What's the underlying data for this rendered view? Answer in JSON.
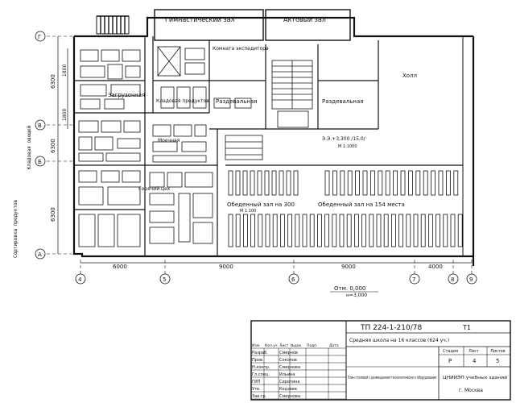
{
  "rooms": {
    "gym": "Гимнастический зал",
    "assembly": "Актовый зал",
    "office": "Комната экспедитора",
    "storage": "Загрузочная",
    "kitchen_sub": "Кладовая продуктов",
    "distribution": "Раздевальная",
    "hall": "Холл",
    "wardrobe_r": "Раздевальная",
    "dining": "Обеденный зал на 154 места",
    "dining_kitchen": "Обеденный зал на 300",
    "scale_note": "М 1:100",
    "hot_shop": "Горячий цех",
    "wash": "Моечная"
  },
  "level": {
    "value": "Э.Э.+3,300 /15,0/",
    "scale": "М 1:1000"
  },
  "left_margin": {
    "text_a": "Сортировка продуктов",
    "text_b": "Кладовая овощей"
  },
  "axes_rows": [
    "Г",
    "В",
    "Б",
    "А"
  ],
  "axes_cols": [
    "4",
    "5",
    "6",
    "7",
    "8",
    "9"
  ],
  "dims_vertical": [
    "6300",
    "6300",
    "6300"
  ],
  "dims_vertical_inner": [
    "1800",
    "1800"
  ],
  "dims_horizontal": [
    "6000",
    "9000",
    "9000",
    "4000"
  ],
  "dim_total": {
    "label": "Отм. 0,000",
    "sub": "н=3,000"
  },
  "title_block": {
    "code": "ТП 224-1-210/78",
    "sheet_tag": "Т1",
    "subtitle": "Средняя школа на 16 классов (624 уч.)",
    "col_headers": [
      "Стадия",
      "Лист",
      "Листов"
    ],
    "col_values": [
      "Р",
      "4",
      "5"
    ],
    "desc": "План столовой с размещением технологического оборудования",
    "org": "ЦНИИЭП учебных зданий",
    "city": "г. Москва",
    "staff_head": [
      "Изм.",
      "Кол.уч",
      "Лист",
      "№док",
      "Подп.",
      "Дата"
    ],
    "staff": [
      [
        "Разраб.",
        "Смирнов"
      ],
      [
        "Пров.",
        "Соколов"
      ],
      [
        "Н.контр.",
        "Смирнова"
      ],
      [
        "Гл.спец.",
        "Ильина"
      ],
      [
        "ГИП",
        "Сиротина"
      ],
      [
        "Утв.",
        "Кодзаев"
      ],
      [
        "Зав.гр.",
        "Смирнова"
      ]
    ]
  }
}
